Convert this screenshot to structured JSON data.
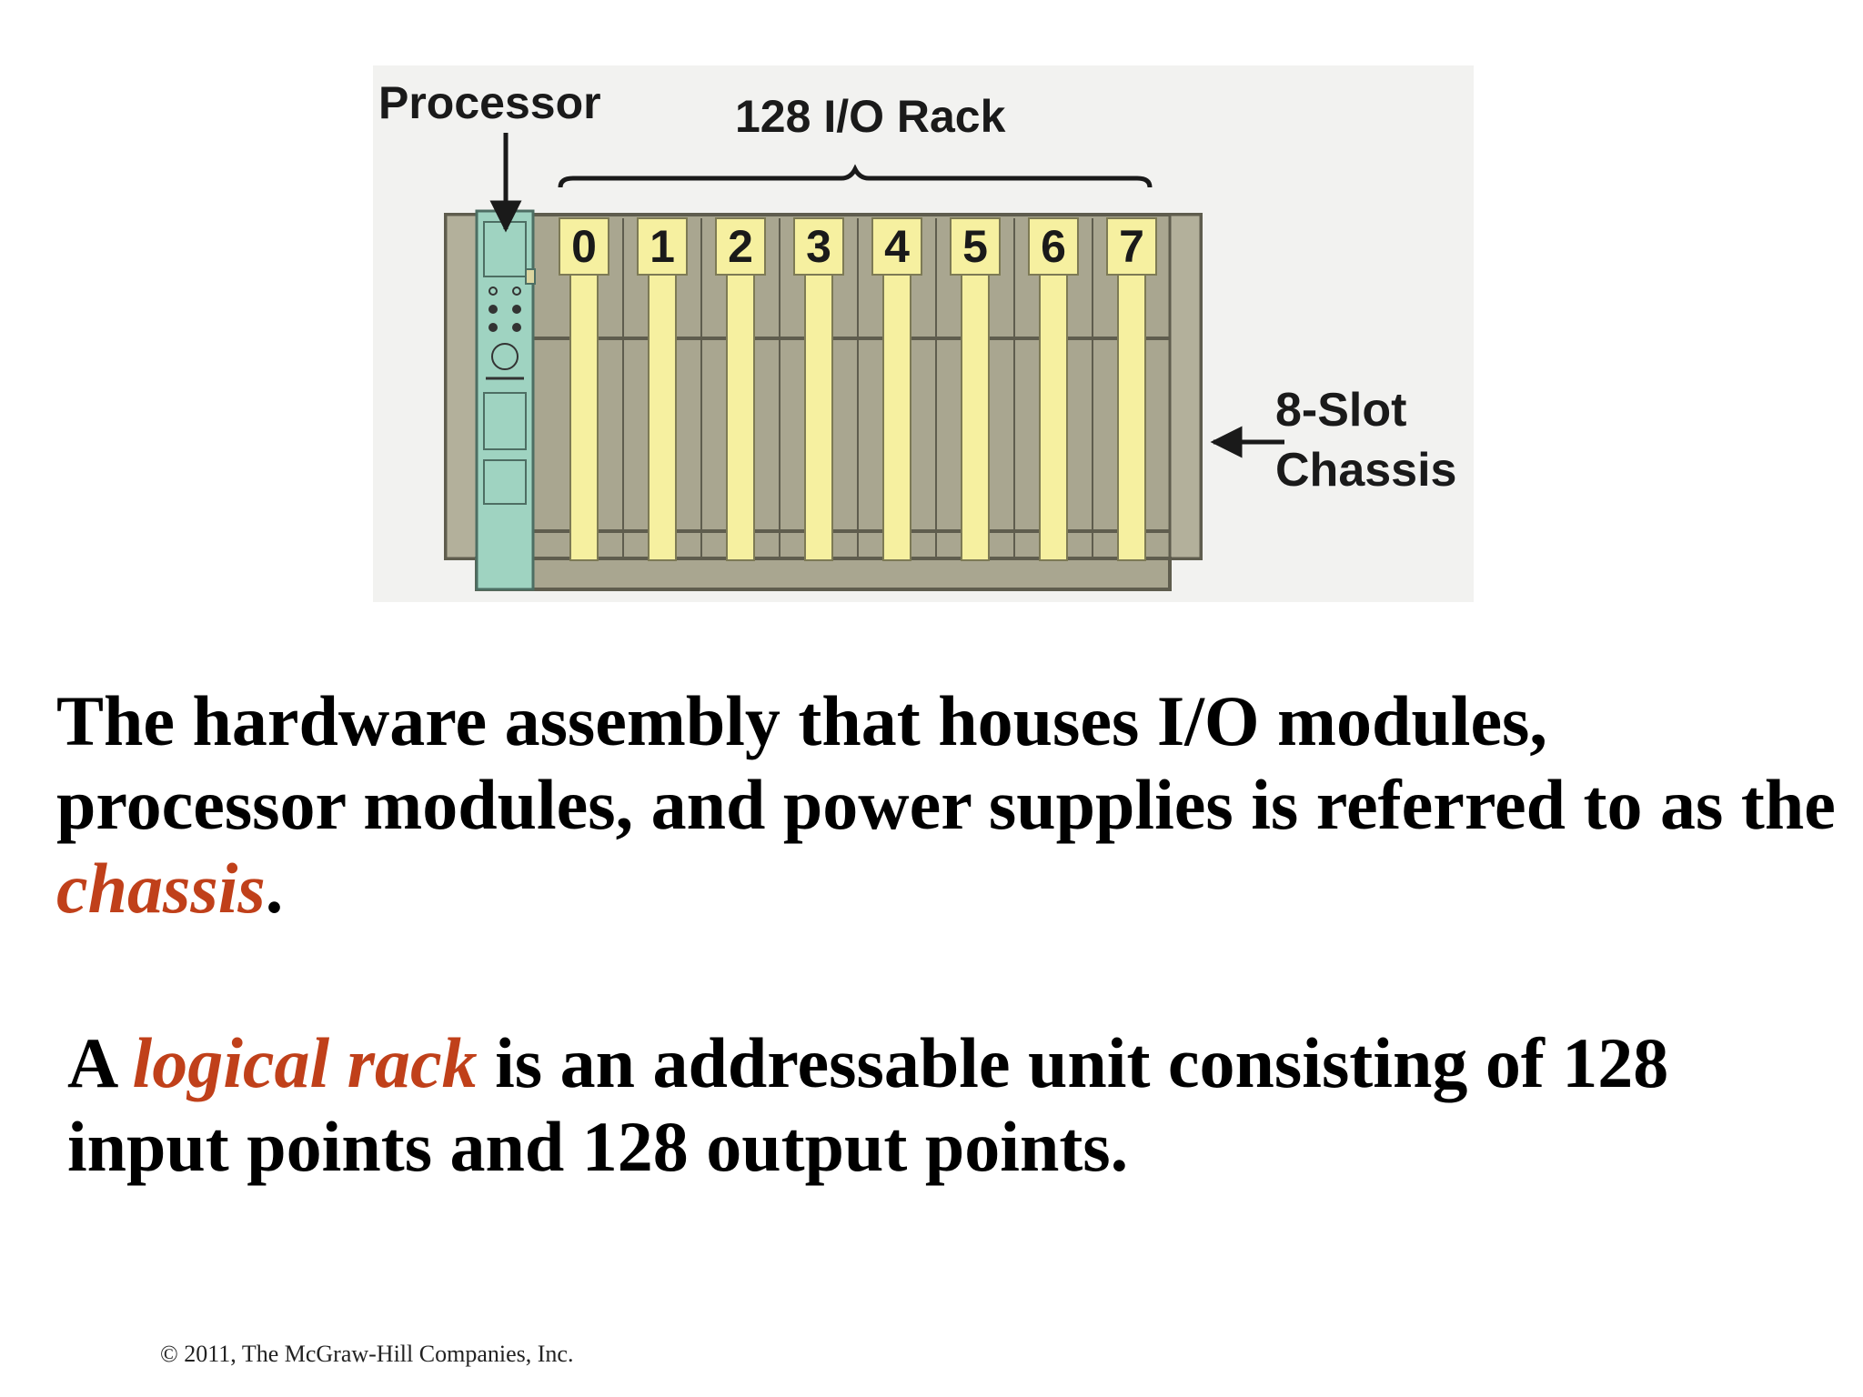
{
  "diagram": {
    "processor_label": "Processor",
    "rack_label": "128 I/O Rack",
    "chassis_label_line1": "8-Slot",
    "chassis_label_line2": "Chassis",
    "slots": [
      "0",
      "1",
      "2",
      "3",
      "4",
      "5",
      "6",
      "7"
    ],
    "colors": {
      "chassis": "#a9a690",
      "chassis_dark": "#5f5d4e",
      "module": "#f6f0a0",
      "processor": "#9fd3c1"
    }
  },
  "paragraph1": {
    "before": "The hardware assembly that houses I/O modules, processor modules, and power supplies is referred to as the ",
    "term": "chassis",
    "after": "."
  },
  "paragraph2": {
    "before": "A ",
    "term": "logical rack",
    "after": " is an addressable unit consisting of 128 input points and 128 output points."
  },
  "footer": {
    "copyright": "© 2011, The McGraw-Hill Companies, Inc."
  }
}
